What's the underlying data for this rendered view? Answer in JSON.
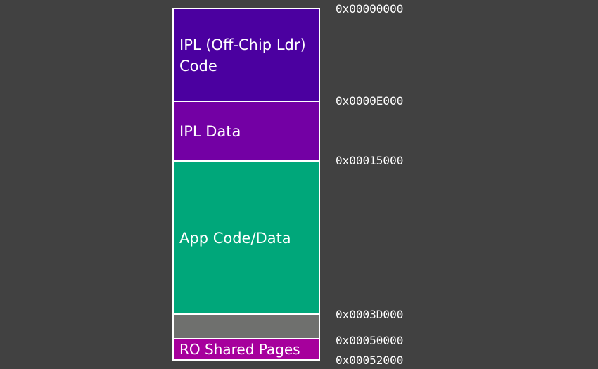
{
  "memory_map": {
    "regions": [
      {
        "label": "IPL (Off-Chip Ldr)\nCode",
        "color": "#4b00a0"
      },
      {
        "label": "IPL Data",
        "color": "#7300a4"
      },
      {
        "label": "App Code/Data",
        "color": "#00a77a"
      },
      {
        "label": "",
        "color": "#6f706e"
      },
      {
        "label": "RO Shared Pages",
        "color": "#a6009c"
      }
    ],
    "addresses": [
      "0x00000000",
      "0x0000E000",
      "0x00015000",
      "0x0003D000",
      "0x00050000",
      "0x00052000"
    ]
  }
}
